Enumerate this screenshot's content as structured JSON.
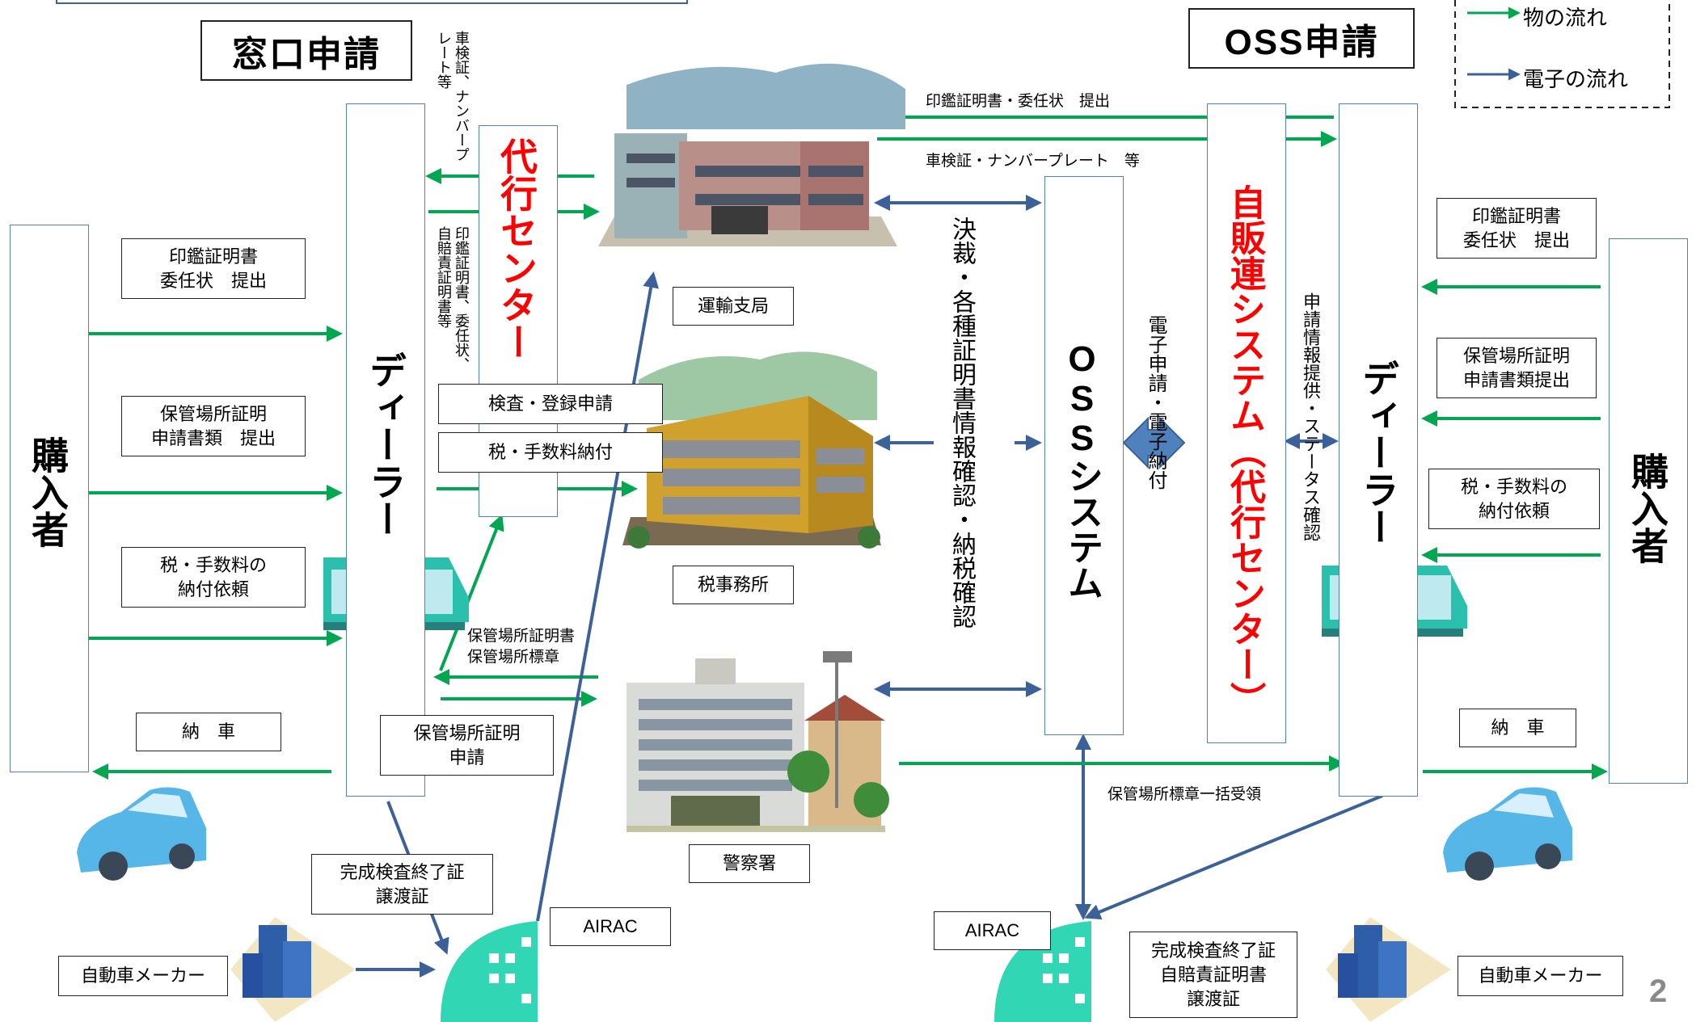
{
  "titles": {
    "window": "窓口申請",
    "oss": "OSS申請"
  },
  "legend": {
    "goods_flow": "物の流れ",
    "electronic_flow": "電子の流れ",
    "goods_color": "#00a650",
    "electronic_color": "#3c6198"
  },
  "left": {
    "purchaser": "購入者",
    "dealer": "ディーラー",
    "agency": "代行センター",
    "boxes": {
      "seal": "印鑑証明書\n委任状　提出",
      "parking_docs": "保管場所証明\n申請書類　提出",
      "tax_request": "税・手数料の\n納付依頼",
      "delivery": "納　車",
      "inspection": "検査・登録申請",
      "tax_payment": "税・手数料納付",
      "parking_apply": "保管場所証明\n申請",
      "completion": "完成検査終了証\n譲渡証",
      "maker": "自動車メーカー",
      "airac": "AIRAC"
    },
    "labels": {
      "shaken_plate": "車検証、ナンバープレート等",
      "seal_docs": "印鑑証明書、委任状、自賠責証明書等",
      "parking_cert": "保管場所証明書",
      "parking_sticker": "保管場所標章"
    }
  },
  "center": {
    "transport": "運輸支局",
    "tax_office": "税事務所",
    "police": "警察署",
    "vertical_label": "決裁・各種証明書情報確認・納税確認",
    "oss_system": "OSSシステム",
    "e_apply_pay": "電子申請・電子納付",
    "seal_submit": "印鑑証明書・委任状　提出",
    "shaken_plate": "車検証・ナンバープレート　等",
    "sticker_bulk": "保管場所標章一括受領"
  },
  "right": {
    "jihanren": "自販連システム（代行センター）",
    "dealer": "ディーラー",
    "purchaser": "購入者",
    "app_info": "申請情報提供・ステータス確認",
    "boxes": {
      "seal": "印鑑証明書\n委任状　提出",
      "parking_docs": "保管場所証明\n申請書類提出",
      "tax_request": "税・手数料の\n納付依頼",
      "delivery": "納　車",
      "completion": "完成検査終了証\n自賠責証明書\n譲渡証",
      "maker": "自動車メーカー",
      "airac": "AIRAC"
    }
  },
  "page_number": "2"
}
